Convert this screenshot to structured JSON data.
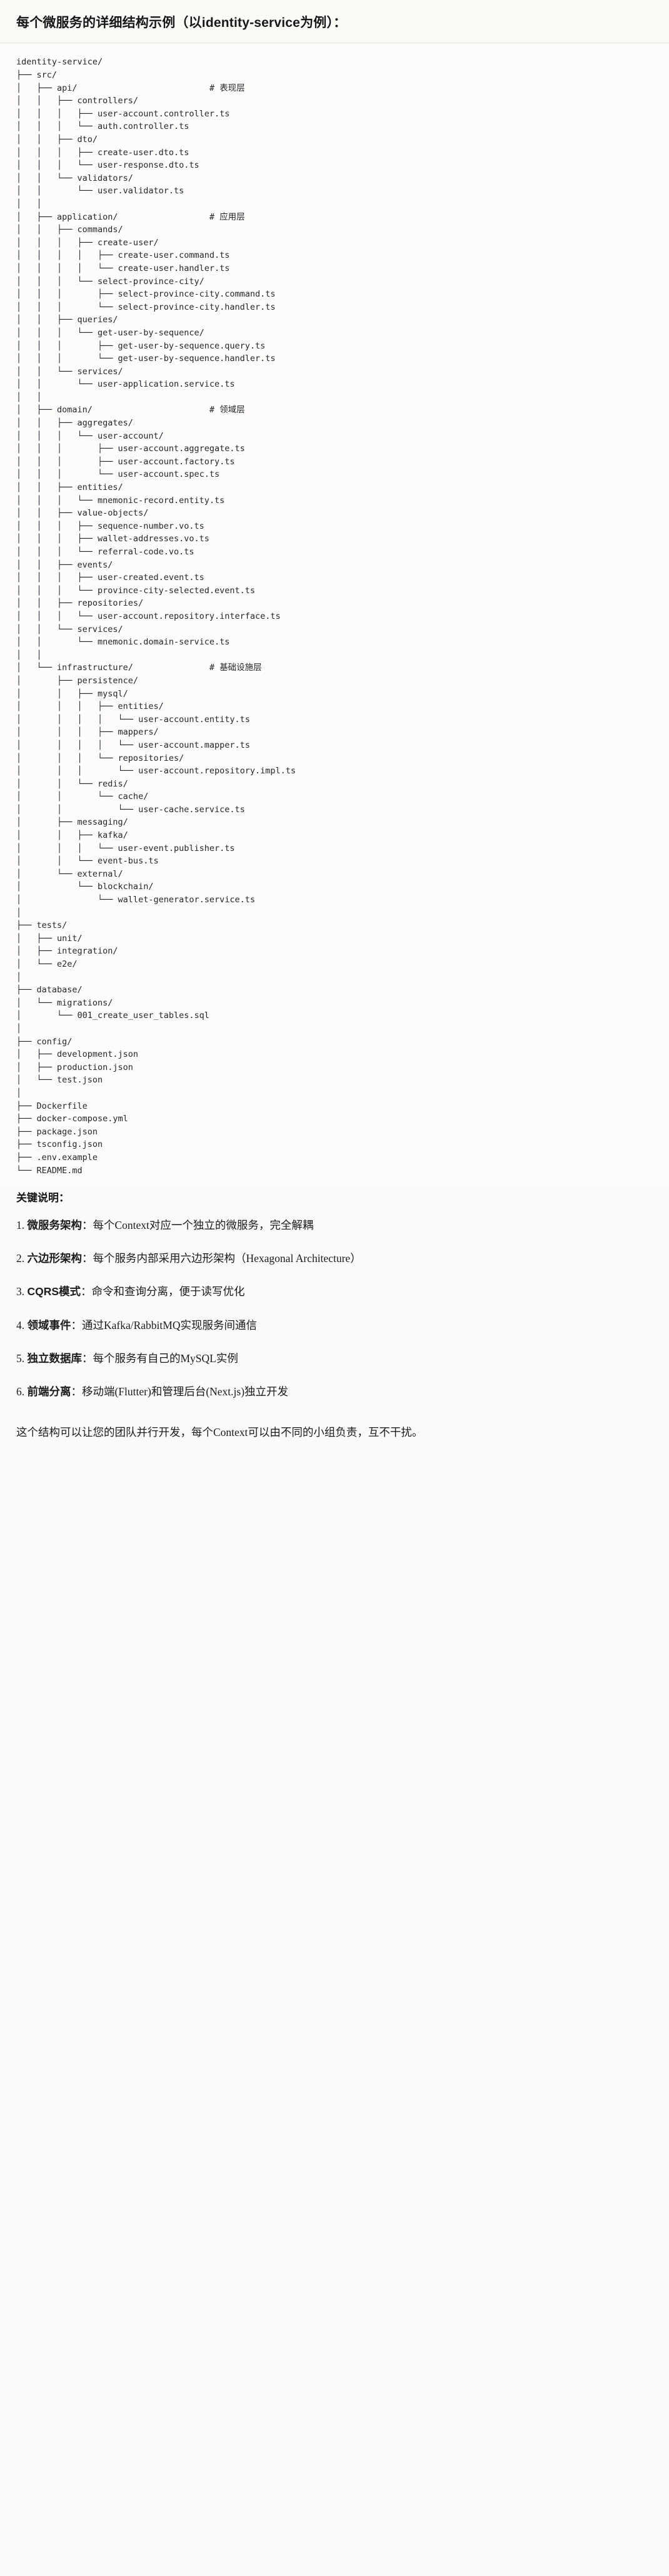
{
  "header": {
    "title": "每个微服务的详细结构示例（以identity-service为例）："
  },
  "tree": {
    "root": "identity-service/",
    "text": "identity-service/\n├── src/\n│   ├── api/                          # 表现层\n│   │   ├── controllers/\n│   │   │   ├── user-account.controller.ts\n│   │   │   └── auth.controller.ts\n│   │   ├── dto/\n│   │   │   ├── create-user.dto.ts\n│   │   │   └── user-response.dto.ts\n│   │   └── validators/\n│   │       └── user.validator.ts\n│   │\n│   ├── application/                  # 应用层\n│   │   ├── commands/\n│   │   │   ├── create-user/\n│   │   │   │   ├── create-user.command.ts\n│   │   │   │   └── create-user.handler.ts\n│   │   │   └── select-province-city/\n│   │   │       ├── select-province-city.command.ts\n│   │   │       └── select-province-city.handler.ts\n│   │   ├── queries/\n│   │   │   └── get-user-by-sequence/\n│   │   │       ├── get-user-by-sequence.query.ts\n│   │   │       └── get-user-by-sequence.handler.ts\n│   │   └── services/\n│   │       └── user-application.service.ts\n│   │\n│   ├── domain/                       # 领域层\n│   │   ├── aggregates/\n│   │   │   └── user-account/\n│   │   │       ├── user-account.aggregate.ts\n│   │   │       ├── user-account.factory.ts\n│   │   │       └── user-account.spec.ts\n│   │   ├── entities/\n│   │   │   └── mnemonic-record.entity.ts\n│   │   ├── value-objects/\n│   │   │   ├── sequence-number.vo.ts\n│   │   │   ├── wallet-addresses.vo.ts\n│   │   │   └── referral-code.vo.ts\n│   │   ├── events/\n│   │   │   ├── user-created.event.ts\n│   │   │   └── province-city-selected.event.ts\n│   │   ├── repositories/\n│   │   │   └── user-account.repository.interface.ts\n│   │   └── services/\n│   │       └── mnemonic.domain-service.ts\n│   │\n│   └── infrastructure/               # 基础设施层\n│       ├── persistence/\n│       │   ├── mysql/\n│       │   │   ├── entities/\n│       │   │   │   └── user-account.entity.ts\n│       │   │   ├── mappers/\n│       │   │   │   └── user-account.mapper.ts\n│       │   │   └── repositories/\n│       │   │       └── user-account.repository.impl.ts\n│       │   └── redis/\n│       │       └── cache/\n│       │           └── user-cache.service.ts\n│       ├── messaging/\n│       │   ├── kafka/\n│       │   │   └── user-event.publisher.ts\n│       │   └── event-bus.ts\n│       └── external/\n│           └── blockchain/\n│               └── wallet-generator.service.ts\n│\n├── tests/\n│   ├── unit/\n│   ├── integration/\n│   └── e2e/\n│\n├── database/\n│   └── migrations/\n│       └── 001_create_user_tables.sql\n│\n├── config/\n│   ├── development.json\n│   ├── production.json\n│   └── test.json\n│\n├── Dockerfile\n├── docker-compose.yml\n├── package.json\n├── tsconfig.json\n├── .env.example\n└── README.md",
    "layer_comments": [
      "# 表现层",
      "# 应用层",
      "# 领域层",
      "# 基础设施层"
    ]
  },
  "keys": {
    "title": "关键说明：",
    "items": [
      {
        "term": "微服务架构",
        "sep": "：",
        "desc": "每个Context对应一个独立的微服务，完全解耦"
      },
      {
        "term": "六边形架构",
        "sep": "：",
        "desc": "每个服务内部采用六边形架构（Hexagonal Architecture）"
      },
      {
        "term": "CQRS模式",
        "sep": "：",
        "desc": "命令和查询分离，便于读写优化"
      },
      {
        "term": "领域事件",
        "sep": "：",
        "desc": "通过Kafka/RabbitMQ实现服务间通信"
      },
      {
        "term": "独立数据库",
        "sep": "：",
        "desc": "每个服务有自己的MySQL实例"
      },
      {
        "term": "前端分离",
        "sep": "：",
        "desc": "移动端(Flutter)和管理后台(Next.js)独立开发"
      }
    ],
    "closing": "这个结构可以让您的团队并行开发，每个Context可以由不同的小组负责，互不干扰。"
  },
  "colors": {
    "page_bg": "#fbfaf8",
    "code_bg": "#fdfcfa",
    "text": "#1f1f1f",
    "rule": "#e6e3dd"
  }
}
